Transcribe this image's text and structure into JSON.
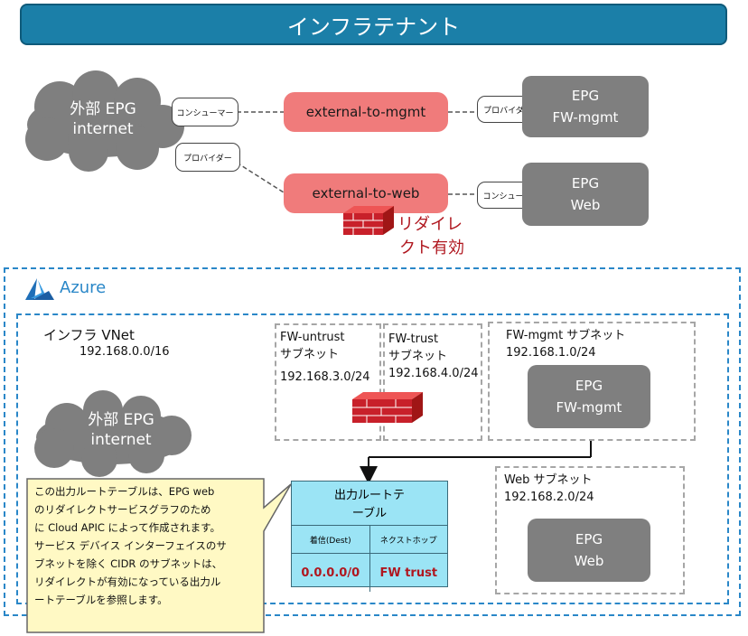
{
  "title": "インフラテナント",
  "top": {
    "cloud": {
      "line1": "外部 EPG",
      "line2": "internet"
    },
    "consumer_label": "コンシューマー",
    "provider_label_cloud": "プロバイダー",
    "contract_mgmt": "external-to-mgmt",
    "contract_web": "external-to-web",
    "provider_label_mgmt": "プロバイダー",
    "consumer_label_web": "コンシューマー",
    "epg_mgmt": {
      "line1": "EPG",
      "line2": "FW-mgmt"
    },
    "epg_web": {
      "line1": "EPG",
      "line2": "Web"
    },
    "redirect_text": {
      "line1": "リダイレ",
      "line2": "クト有効"
    }
  },
  "azure": {
    "label": "Azure",
    "vnet_name": "インフラ VNet",
    "vnet_cidr": "192.168.0.0/16",
    "cloud": {
      "line1": "外部 EPG",
      "line2": "internet"
    },
    "subnets": {
      "untrust": {
        "line1": "FW-untrust",
        "line2": "サブネット",
        "cidr": "192.168.3.0/24"
      },
      "trust": {
        "line1": "FW-trust",
        "line2": "サブネット",
        "cidr": "192.168.4.0/24"
      },
      "mgmt": {
        "line1": "FW-mgmt サブネット",
        "cidr": "192.168.1.0/24",
        "epg_line1": "EPG",
        "epg_line2": "FW-mgmt"
      },
      "web": {
        "line1": "Web サブネット",
        "cidr": "192.168.2.0/24",
        "epg_line1": "EPG",
        "epg_line2": "Web"
      }
    },
    "route_table": {
      "title_line1": "出力ルートテ",
      "title_line2": "ーブル",
      "col1": "着信(Dest)",
      "col2": "ネクストホップ",
      "dest": "0.0.0.0/0",
      "next_hop": "FW trust"
    },
    "callout": [
      "この出力ルートテーブルは、EPG web",
      "のリダイレクトサービスグラフのため",
      "に Cloud APIC によって作成されます。",
      "サービス デバイス インターフェイスのサ",
      "ブネットを除く CIDR のサブネットは、",
      "リダイレクトが有効になっている出力ル",
      "ートテーブルを参照します。"
    ]
  },
  "colors": {
    "title_bar": "#1b7fa8",
    "contract": "#f07b7b",
    "epg": "#7f7f7f",
    "azure_border": "#2a87c8",
    "route_table": "#9be4f5",
    "callout": "#fff9c4",
    "redirect_text": "#b0171f"
  }
}
